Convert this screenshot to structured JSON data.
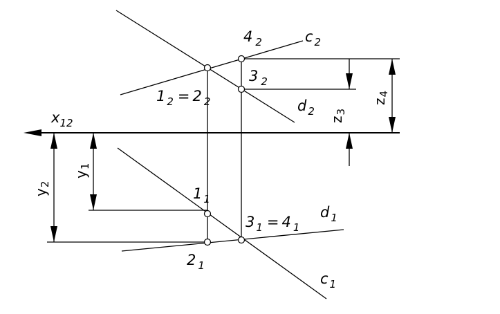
{
  "labels": {
    "axis": {
      "main": "x",
      "sub": "12"
    },
    "c2": {
      "main": "c",
      "sub": "2"
    },
    "d2": {
      "main": "d",
      "sub": "2"
    },
    "c1": {
      "main": "c",
      "sub": "1"
    },
    "d1": {
      "main": "d",
      "sub": "1"
    },
    "p4_2": {
      "main": "4",
      "sub": "2"
    },
    "p3_2": {
      "main": "3",
      "sub": "2"
    },
    "p12_22": {
      "a": "1",
      "a_sub": "2",
      "eq": "=",
      "b": "2",
      "b_sub": "2"
    },
    "p1_1": {
      "main": "1",
      "sub": "1"
    },
    "p2_1": {
      "main": "2",
      "sub": "1"
    },
    "p31_41": {
      "a": "3",
      "a_sub": "1",
      "eq": "=",
      "b": "4",
      "b_sub": "1"
    }
  },
  "dimensions": {
    "z4": {
      "main": "z",
      "sub": "4"
    },
    "z3": {
      "main": "z",
      "sub": "3"
    },
    "y1": {
      "main": "y",
      "sub": "1"
    },
    "y2": {
      "main": "y",
      "sub": "2"
    }
  }
}
